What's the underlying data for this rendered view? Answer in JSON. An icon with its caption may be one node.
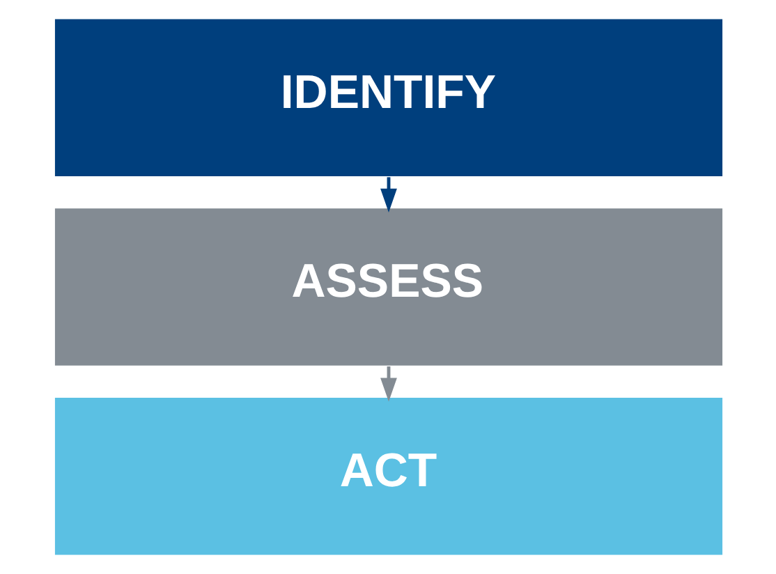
{
  "diagram": {
    "nodes": [
      {
        "text": [
          "IDENTIFY"
        ]
      },
      {
        "text": [
          "ASSESS"
        ]
      },
      {
        "text": [
          "ACT"
        ]
      }
    ],
    "edges": [
      {
        "from": 0,
        "to": 1,
        "arrow": "to",
        "color": "#003f7d"
      },
      {
        "from": 1,
        "to": 2,
        "arrow": "to",
        "color": "#838b93"
      }
    ]
  }
}
